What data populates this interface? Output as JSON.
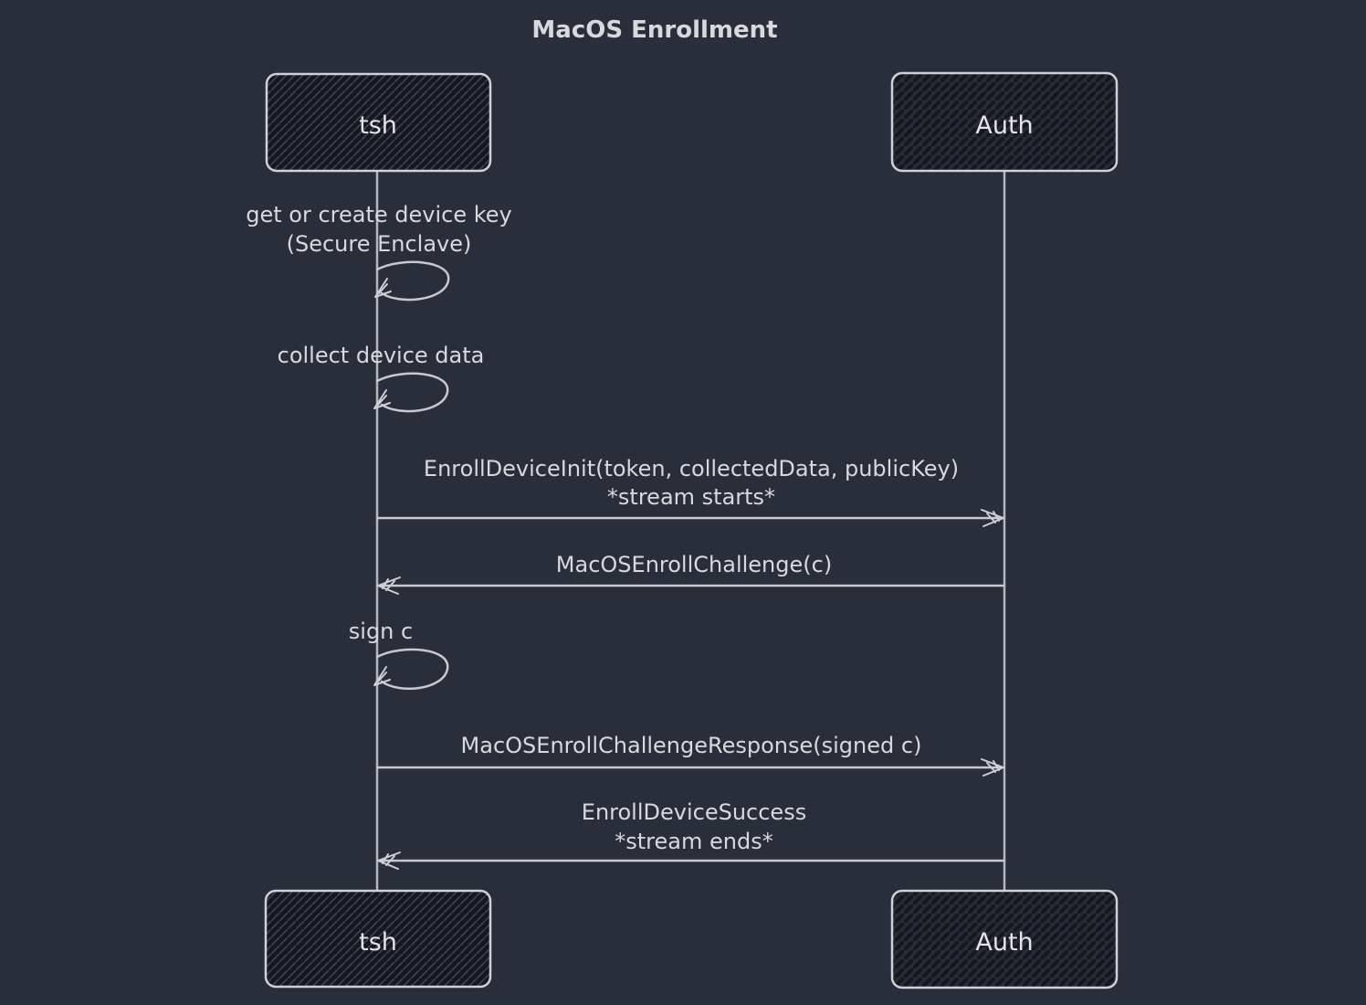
{
  "diagram": {
    "type": "sequence",
    "title": "MacOS Enrollment"
  },
  "actors": {
    "left": "tsh",
    "right": "Auth"
  },
  "self_messages": [
    {
      "line1": "get or create device key",
      "line2": "(Secure Enclave)",
      "actor": "tsh"
    },
    {
      "line1": "collect device data",
      "actor": "tsh"
    },
    {
      "line1": "sign c",
      "actor": "tsh"
    }
  ],
  "messages": [
    {
      "line1": "EnrollDeviceInit(token, collectedData, publicKey)",
      "line2": "*stream starts*",
      "from": "tsh",
      "to": "Auth"
    },
    {
      "line1": "MacOSEnrollChallenge(c)",
      "from": "Auth",
      "to": "tsh"
    },
    {
      "line1": "MacOSEnrollChallengeResponse(signed c)",
      "from": "tsh",
      "to": "Auth"
    },
    {
      "line1": "EnrollDeviceSuccess",
      "line2": "*stream ends*",
      "from": "Auth",
      "to": "tsh"
    }
  ],
  "colors": {
    "background": "#282e3a",
    "line": "#c6c9cf",
    "text": "#d7d9dd",
    "box_fill_left": "#15181e",
    "box_fill_right": "#262b36",
    "box_stroke": "#ced2d8"
  }
}
